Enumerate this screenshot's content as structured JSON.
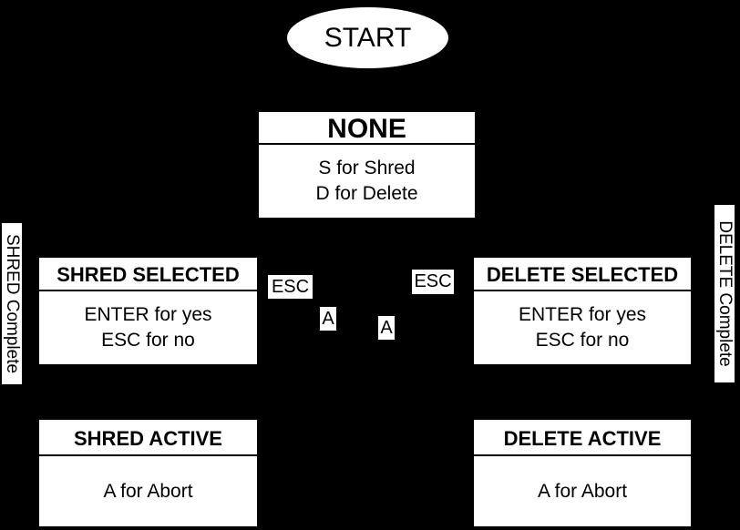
{
  "colors": {
    "background": "#000000",
    "node_fill": "#ffffff",
    "node_text": "#000000"
  },
  "start_node": {
    "label": "START"
  },
  "nodes": {
    "none": {
      "title": "NONE",
      "line1": "S for Shred",
      "line2": "D for Delete"
    },
    "shred_selected": {
      "title": "SHRED SELECTED",
      "line1": "ENTER for yes",
      "line2": "ESC for no"
    },
    "delete_selected": {
      "title": "DELETE SELECTED",
      "line1": "ENTER for yes",
      "line2": "ESC for no"
    },
    "shred_active": {
      "title": "SHRED ACTIVE",
      "line1": "A for Abort"
    },
    "delete_active": {
      "title": "DELETE ACTIVE",
      "line1": "A for Abort"
    }
  },
  "edge_labels": {
    "esc_left": "ESC",
    "esc_right": "ESC",
    "a_left": "A",
    "a_right": "A",
    "shred_complete": "SHRED Complete",
    "delete_complete": "DELETE Complete"
  }
}
